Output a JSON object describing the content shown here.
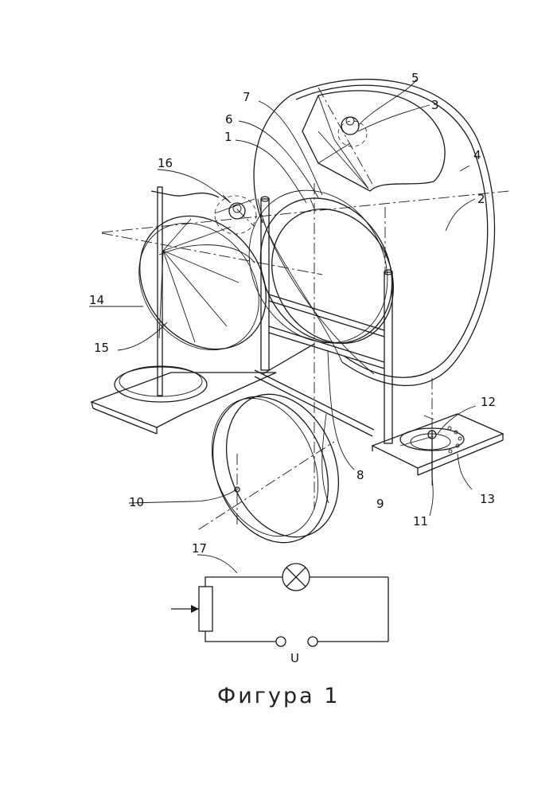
{
  "figure": {
    "caption": "Фигура 1",
    "circuit_label": "U",
    "labels": {
      "l1": "1",
      "l2": "2",
      "l3": "3",
      "l4": "4",
      "l5": "5",
      "l6": "6",
      "l7": "7",
      "l8": "8",
      "l9": "9",
      "l10": "10",
      "l11": "11",
      "l12": "12",
      "l13": "13",
      "l14": "14",
      "l15": "15",
      "l16": "16",
      "l17": "17"
    }
  }
}
